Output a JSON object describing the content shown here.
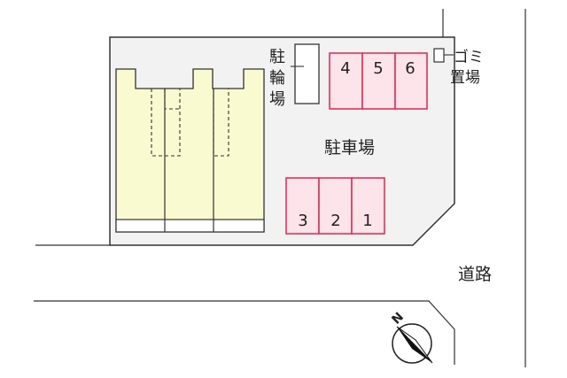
{
  "labels": {
    "bicycle_parking": [
      "駐",
      "輪",
      "場"
    ],
    "garbage": [
      "ゴミ",
      "置場"
    ],
    "parking": "駐車場",
    "road": "道路",
    "north": "N"
  },
  "parking_spaces_top": [
    "4",
    "5",
    "6"
  ],
  "parking_spaces_bottom": [
    "3",
    "2",
    "1"
  ],
  "colors": {
    "lot": "#f2f2f2",
    "building": "#fafad0",
    "parking_fill": "#fde3ea",
    "parking_stroke": "#e0335a",
    "line": "#333333"
  }
}
